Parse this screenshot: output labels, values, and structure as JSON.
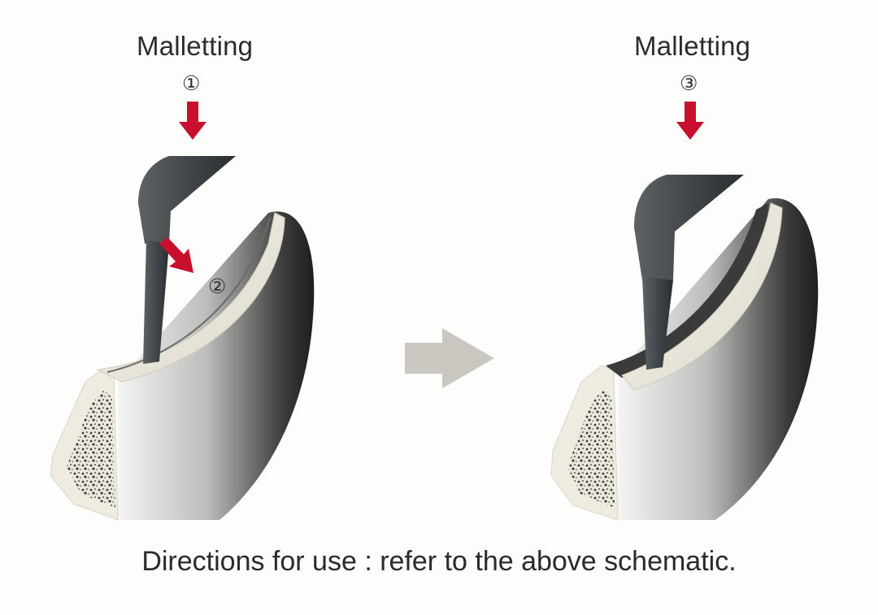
{
  "left_panel": {
    "action_label": "Malletting",
    "step_primary": "①",
    "step_secondary": "②"
  },
  "right_panel": {
    "action_label": "Malletting",
    "step_primary": "③"
  },
  "caption": "Directions for use : refer to the above schematic.",
  "colors": {
    "arrow_red": "#c8102e",
    "transition_arrow": "#c9c7c0",
    "instrument": "#4a4f50",
    "bone_cortex": "#f1ede2",
    "bone_shade": "#2e2e2e"
  }
}
